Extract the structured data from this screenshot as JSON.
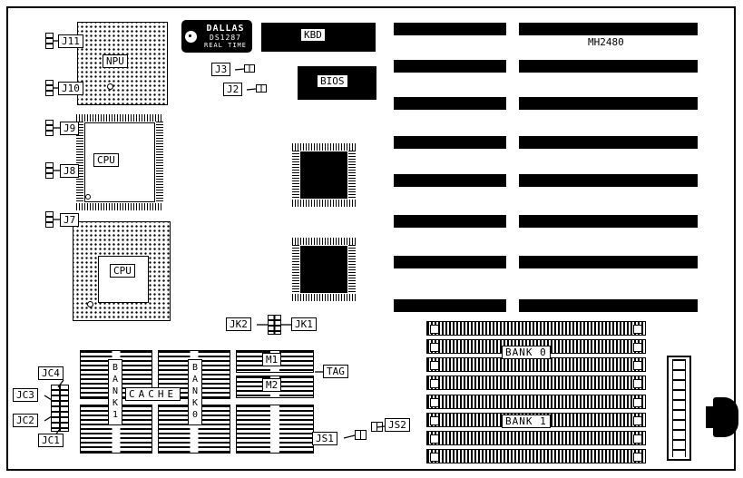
{
  "board": {
    "model": "MH2480"
  },
  "colors": {
    "ink": "#000000",
    "paper": "#ffffff"
  },
  "rtc": {
    "brand": "DALLAS",
    "part": "DS1287",
    "type": "REAL TIME"
  },
  "sockets": {
    "npu": "NPU",
    "cpu_qfp": "CPU",
    "cpu_pga": "CPU"
  },
  "chips": {
    "kbd": "KBD",
    "bios": "BIOS"
  },
  "cache": {
    "bank1_col": "BANK1",
    "title": "CACHE",
    "bank0_col": "BANK0",
    "m1": "M1",
    "m2": "M2",
    "tag": "TAG"
  },
  "jumpers": {
    "j11": "J11",
    "j10": "J10",
    "j9": "J9",
    "j8": "J8",
    "j7": "J7",
    "j3": "J3",
    "j2": "J2",
    "jk2": "JK2",
    "jk1": "JK1",
    "jc4": "JC4",
    "jc3": "JC3",
    "jc2": "JC2",
    "jc1": "JC1",
    "js1": "JS1",
    "js2": "JS2"
  },
  "memory": {
    "bank0": "BANK 0",
    "bank1": "BANK 1"
  },
  "icons": {
    "dallas_logo": "dallas-bird-icon"
  }
}
